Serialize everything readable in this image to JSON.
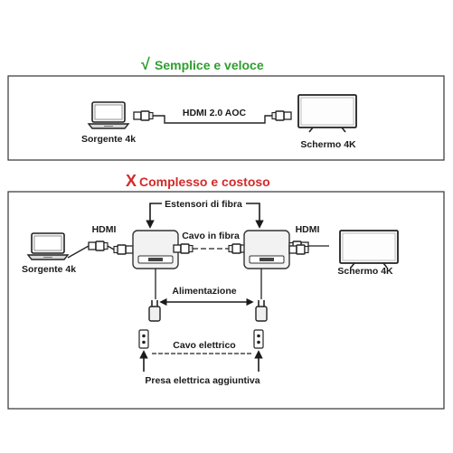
{
  "colors": {
    "good": "#2e9e2e",
    "bad": "#d42a2a",
    "ink": "#1a1a1a",
    "frame": "#333333"
  },
  "simple": {
    "mark": "√",
    "title": "Semplice e veloce",
    "cable_label": "HDMI 2.0 AOC",
    "source_label": "Sorgente 4k",
    "screen_label": "Schermo 4K"
  },
  "complex": {
    "mark": "X",
    "title": "Complesso e costoso",
    "extenders_label": "Estensori di fibra",
    "fiber_label": "Cavo in fibra",
    "hdmi_left": "HDMI",
    "hdmi_right": "HDMI",
    "source_label": "Sorgente 4k",
    "screen_label": "Schermo 4K",
    "power_label": "Alimentazione",
    "cable_label": "Cavo elettrico",
    "outlet_label": "Presa elettrica aggiuntiva"
  }
}
